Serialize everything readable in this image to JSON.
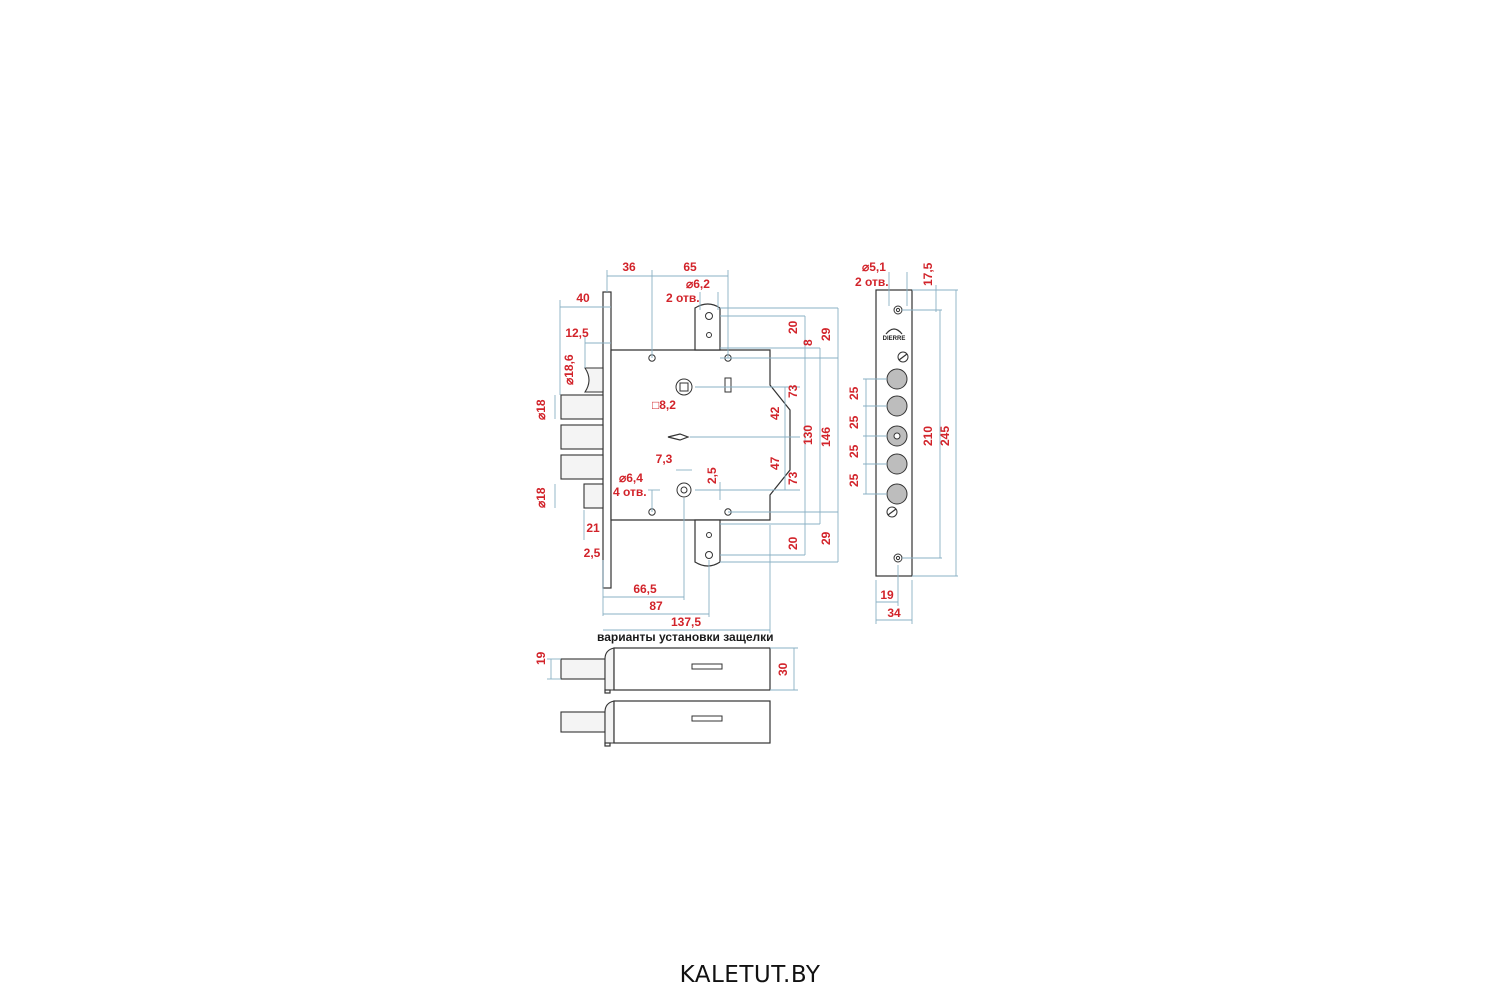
{
  "diagram": {
    "top_dims": [
      "36",
      "65"
    ],
    "top_holes": {
      "dia": "⌀6,2",
      "count": "2 отв."
    },
    "left_dims": [
      "40",
      "12,5",
      "⌀18,6",
      "⌀18",
      "⌀18",
      "21",
      "2,5"
    ],
    "center": {
      "square": "□8,2",
      "pitch": "7,3",
      "cyl": "2,5",
      "mount_dia": "⌀6,4",
      "mount_count": "4 отв."
    },
    "right_dims": [
      "20",
      "8",
      "29",
      "73",
      "42",
      "130",
      "146",
      "47",
      "73",
      "20",
      "29"
    ],
    "bottom_dims": [
      "66,5",
      "87",
      "137,5"
    ],
    "faceplate": {
      "hole_dia": "⌀5,1",
      "hole_count": "2 отв.",
      "top_offset": "17,5",
      "logo": "DIERRE",
      "spacings": [
        "25",
        "25",
        "25",
        "25"
      ],
      "height_inner": "210",
      "height_outer": "245",
      "offset": "19",
      "width": "34"
    },
    "latch": {
      "caption": "варианты установки защелки",
      "dim_a": "19",
      "dim_b": "30"
    }
  },
  "footer": {
    "brand": "KALETUT.BY"
  },
  "colors": {
    "dimension": "#d2232a",
    "dimension_line": "#8ab0c4",
    "outline": "#333333"
  }
}
